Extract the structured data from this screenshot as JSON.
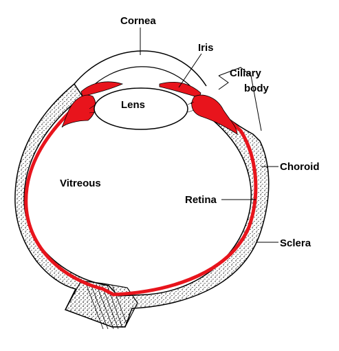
{
  "labels": {
    "cornea": "Cornea",
    "iris": "Iris",
    "ciliary_line1": "Ciliary",
    "ciliary_line2": "body",
    "lens": "Lens",
    "choroid": "Choroid",
    "vitreous": "Vitreous",
    "retina": "Retina",
    "sclera": "Sclera"
  },
  "colors": {
    "retina": "#e8141c",
    "ink": "#000000",
    "background": "#ffffff"
  }
}
